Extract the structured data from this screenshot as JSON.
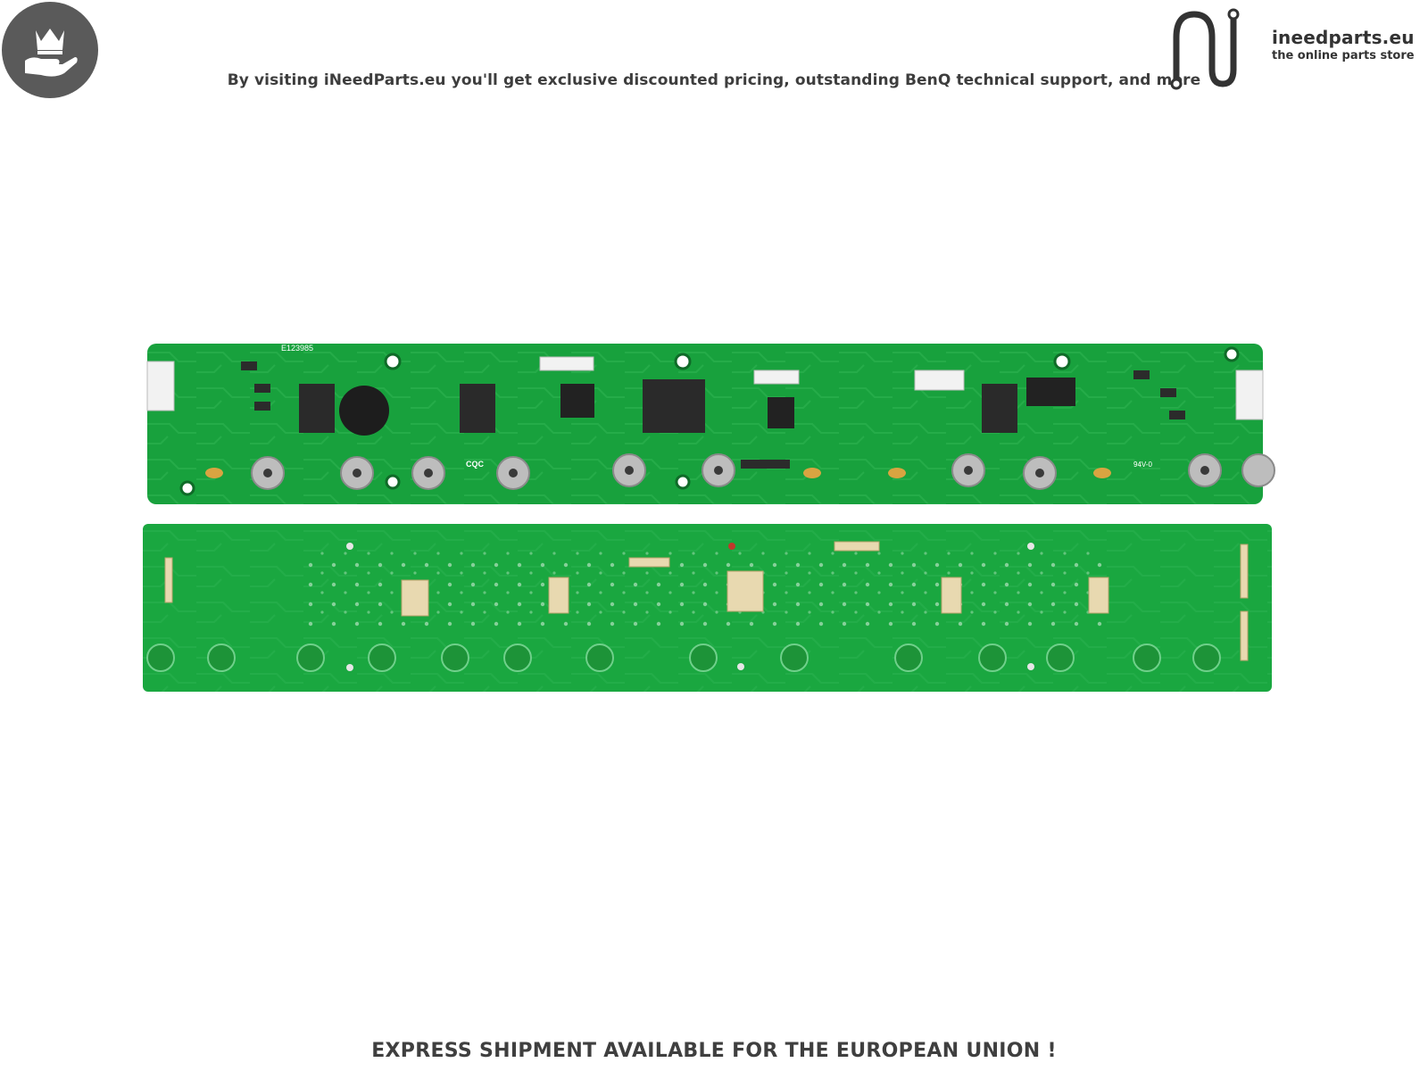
{
  "header": {
    "badge_icon": "crown-on-hand-icon",
    "tagline": "By visiting iNeedParts.eu you'll get exclusive discounted pricing, outstanding BenQ technical support, and more",
    "logo_name": "ineedparts.eu",
    "logo_tagline": "the online parts store"
  },
  "product_photo": {
    "pcb_label_left": "E123985",
    "cert_label": "CQC",
    "ul_label": "94V-0"
  },
  "footer": {
    "shipping_notice": "EXPRESS SHIPMENT AVAILABLE FOR THE EUROPEAN UNION !"
  },
  "colors": {
    "pcb_green": "#18a13d",
    "badge_gray": "#5a5a5a",
    "text_dark": "#3d3d3d"
  }
}
